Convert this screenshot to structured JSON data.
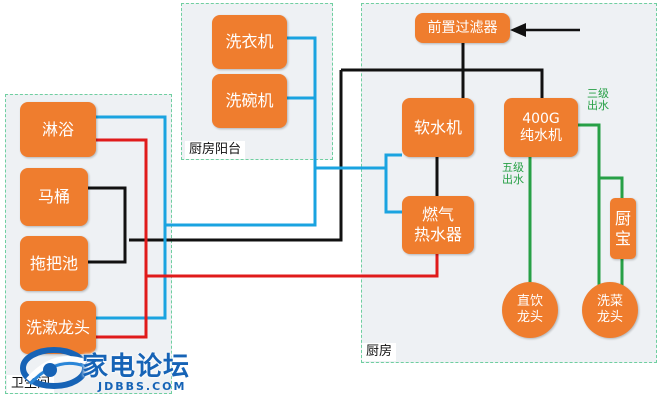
{
  "zones": {
    "bathroom": "卫生间",
    "balcony": "厨房阳台",
    "kitchen": "厨房"
  },
  "nodes": {
    "shower": "淋浴",
    "toilet": "马桶",
    "mop_sink": "拖把池",
    "wash_faucet": "洗漱龙头",
    "washing_machine": "洗衣机",
    "dishwasher": "洗碗机",
    "pre_filter": "前置过滤器",
    "softener": "软水机",
    "ro_purifier": "400G\n纯水机",
    "gas_heater": "燃气\n热水器",
    "kitchen_treasure": "厨\n宝",
    "drink_faucet": "直饮\n龙头",
    "veg_faucet": "洗菜\n龙头"
  },
  "annotations": {
    "level3_out": "三级\n出水",
    "level5_out": "五级\n出水"
  },
  "watermark": {
    "title": "家电论坛",
    "url": "JDBBS.COM"
  },
  "colors": {
    "cold_water": "#1aa3e0",
    "hot_water": "#e01b1b",
    "soft_feed": "#111111",
    "purified": "#27a046",
    "node": "#ef7d2e",
    "zone_border": "#6fcfa0",
    "zone_fill": "#eef1f4"
  }
}
